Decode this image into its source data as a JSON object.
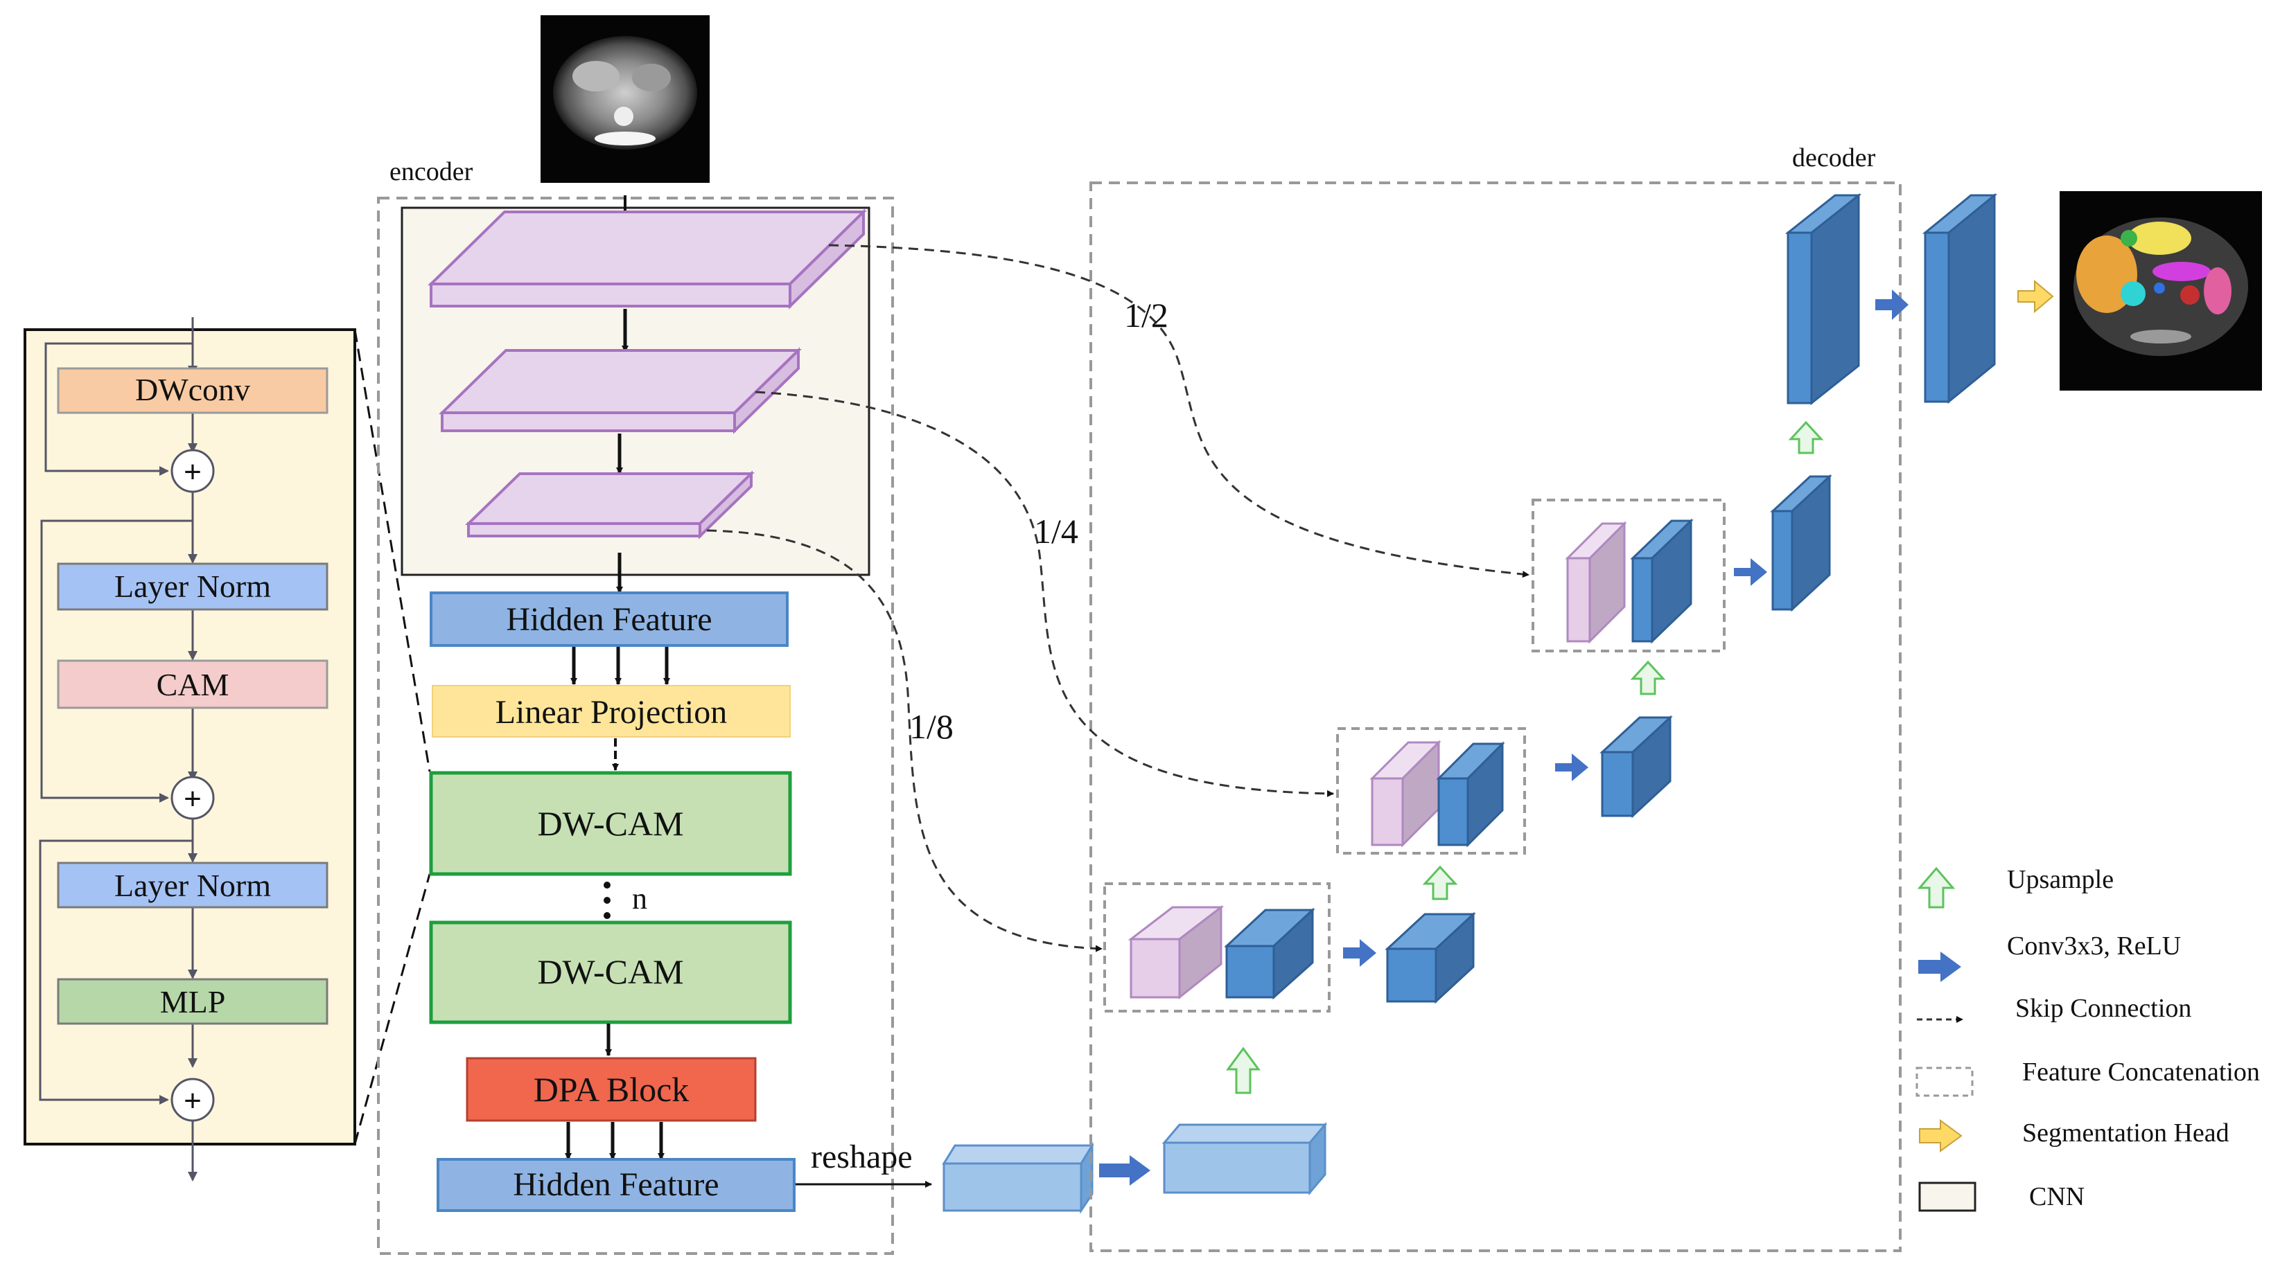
{
  "encoder": {
    "title": "encoder",
    "hidden_feature_top": "Hidden Feature",
    "linear_projection": "Linear Projection",
    "dw_cam_1": "DW-CAM",
    "repeat_label": "n",
    "dw_cam_2": "DW-CAM",
    "dpa_block": "DPA Block",
    "hidden_feature_bottom": "Hidden Feature",
    "reshape": "reshape"
  },
  "block_detail": {
    "dwconv": "DWconv",
    "layer_norm_1": "Layer Norm",
    "cam": "CAM",
    "layer_norm_2": "Layer Norm",
    "mlp": "MLP",
    "plus_symbol": "+"
  },
  "decoder": {
    "title": "decoder"
  },
  "skip_labels": {
    "half": "1/2",
    "quarter": "1/4",
    "eighth": "1/8"
  },
  "legend": {
    "upsample": "Upsample",
    "conv": "Conv3x3, ReLU",
    "skip": "Skip Connection",
    "concat": "Feature Concatenation",
    "seg_head": "Segmentation Head",
    "cnn": "CNN"
  },
  "colors": {
    "dwconv": "#f8cba4",
    "layer_norm": "#a4c2f4",
    "cam": "#f4cccc",
    "mlp": "#b6d7a8",
    "block_panel": "#fdf6dc",
    "cnn_panel": "#f8f5ec",
    "hidden_feature": "#8fb4e3",
    "linear_projection": "#ffe599",
    "dw_cam": "#c6e0b4",
    "dw_cam_border": "#1e9e3e",
    "dpa_block": "#f0674e",
    "slab_fill": "#e6d3ec",
    "slab_border": "#a673c0",
    "cube_blue": "#4f8fcf",
    "cube_light": "#9fc4ea",
    "cube_pink": "#e6cde8",
    "upsample_arrow": "#7ad97a",
    "conv_arrow": "#4472c4",
    "seg_arrow": "#ffd966"
  }
}
